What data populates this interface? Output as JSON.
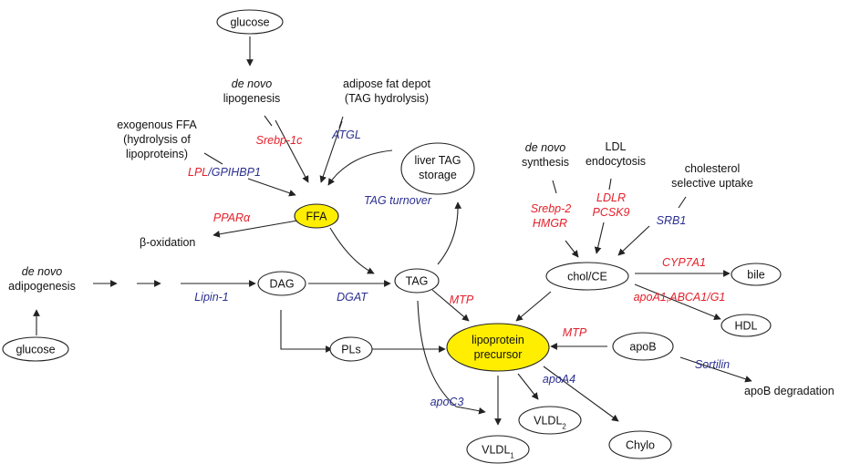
{
  "colors": {
    "enzyme_red": "#e4202a",
    "enzyme_blue": "#2b2f8f",
    "highlight": "#ffee00"
  },
  "nodes": {
    "glucose_top": "glucose",
    "glucose_bottom": "glucose",
    "liver_tag_1": "liver TAG",
    "liver_tag_2": "storage",
    "ffa": "FFA",
    "dag": "DAG",
    "tag": "TAG",
    "pls": "PLs",
    "chol_ce": "chol/CE",
    "bile": "bile",
    "hdl": "HDL",
    "apob": "apoB",
    "lipo_1": "lipoprotein",
    "lipo_2": "precursor",
    "vldl1": "VLDL",
    "vldl1_sub": "1",
    "vldl2": "VLDL",
    "vldl2_sub": "2",
    "chylo": "Chylo"
  },
  "labels": {
    "de_novo_lipo_1": "de novo",
    "de_novo_lipo_2": "lipogenesis",
    "adipose_1": "adipose fat depot",
    "adipose_2": "(TAG hydrolysis)",
    "exo_1": "exogenous FFA",
    "exo_2": "(hydrolysis of",
    "exo_3": "lipoproteins)",
    "beta_ox": "β-oxidation",
    "de_novo_adipo_1": "de novo",
    "de_novo_adipo_2": "adipogenesis",
    "de_novo_syn_1": "de novo",
    "de_novo_syn_2": "synthesis",
    "ldl_1": "LDL",
    "ldl_2": "endocytosis",
    "chol_sel_1": "cholesterol",
    "chol_sel_2": "selective uptake",
    "apob_deg": "apoB degradation"
  },
  "enzymes": {
    "srebp1c": "Srebp-1c",
    "atgl": "ATGL",
    "lpl": "LPL",
    "slash": "/",
    "gpihbp1": "GPIHBP1",
    "ppara": "PPARα",
    "tag_turnover": "TAG turnover",
    "lipin1": "Lipin-1",
    "dgat": "DGAT",
    "mtp_1": "MTP",
    "mtp_2": "MTP",
    "srebp2": "Srebp-2",
    "hmgr": "HMGR",
    "ldlr": "LDLR",
    "pcsk9": "PCSK9",
    "srb1": "SRB1",
    "cyp7a1": "CYP7A1",
    "apoa1": "apoA1,ABCA1/G1",
    "sortilin": "Sortilin",
    "apoa4": "apoA4",
    "apoc3": "apoC3"
  }
}
